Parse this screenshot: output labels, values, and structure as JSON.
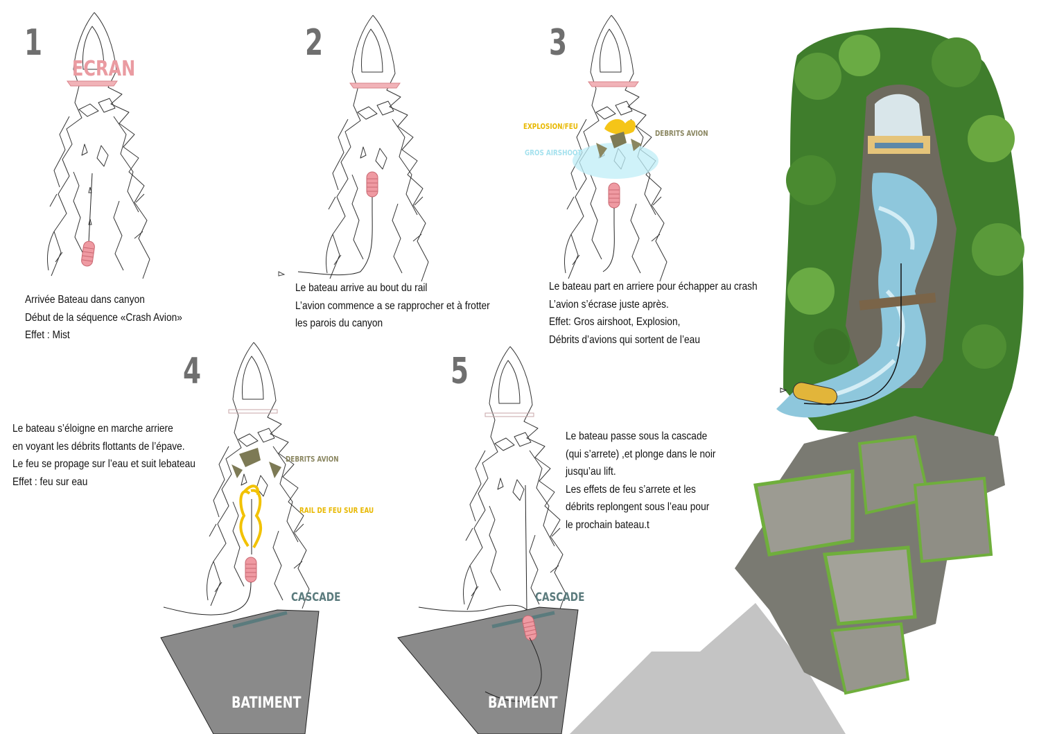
{
  "colors": {
    "screen": "#e8939a",
    "boat": "#e0838c",
    "fire": "#f2c200",
    "airshoot": "#9fe0ef",
    "debris": "#7d7a55",
    "cascade": "#5b7b7d",
    "building": "#8a8a8a",
    "step_number": "#6f6f6f"
  },
  "panels": [
    {
      "number": "1",
      "screen_label": "ECRAN",
      "caption": [
        "Arrivée Bateau dans canyon",
        "Début de la séquence «Crash Avion»",
        "Effet : Mist"
      ]
    },
    {
      "number": "2",
      "caption": [
        "Le bateau arrive au bout du rail",
        "L’avion commence a se rapprocher et à frotter",
        "les parois du canyon"
      ]
    },
    {
      "number": "3",
      "labels": {
        "explosion": "EXPLOSION/FEU",
        "debris": "DEBRITS AVION",
        "airshoot": "GROS AIRSHOOT"
      },
      "caption": [
        "Le bateau part en arriere pour échapper au crash",
        "L’avion s’écrase juste après.",
        "Effet: Gros airshoot, Explosion,",
        "Débrits d’avions qui sortent de l’eau"
      ]
    },
    {
      "number": "4",
      "labels": {
        "debris": "DEBRITS AVION",
        "fire_rail": "RAIL DE FEU SUR EAU",
        "cascade": "CASCADE",
        "building": "BATIMENT"
      },
      "caption": [
        "Le bateau s’éloigne en marche arriere",
        "en voyant les débrits flottants de l’épave.",
        "Le feu se propage sur l’eau et suit lebateau",
        "Effet : feu sur eau"
      ]
    },
    {
      "number": "5",
      "labels": {
        "cascade": "CASCADE",
        "building": "BATIMENT"
      },
      "caption": [
        "Le bateau passe sous la cascade",
        "(qui s’arrete) ,et plonge dans le noir",
        "jusqu’au lift.",
        "Les effets de feu s’arrete et les",
        "débrits replongent sous l’eau pour",
        "le prochain bateau.t"
      ]
    }
  ]
}
